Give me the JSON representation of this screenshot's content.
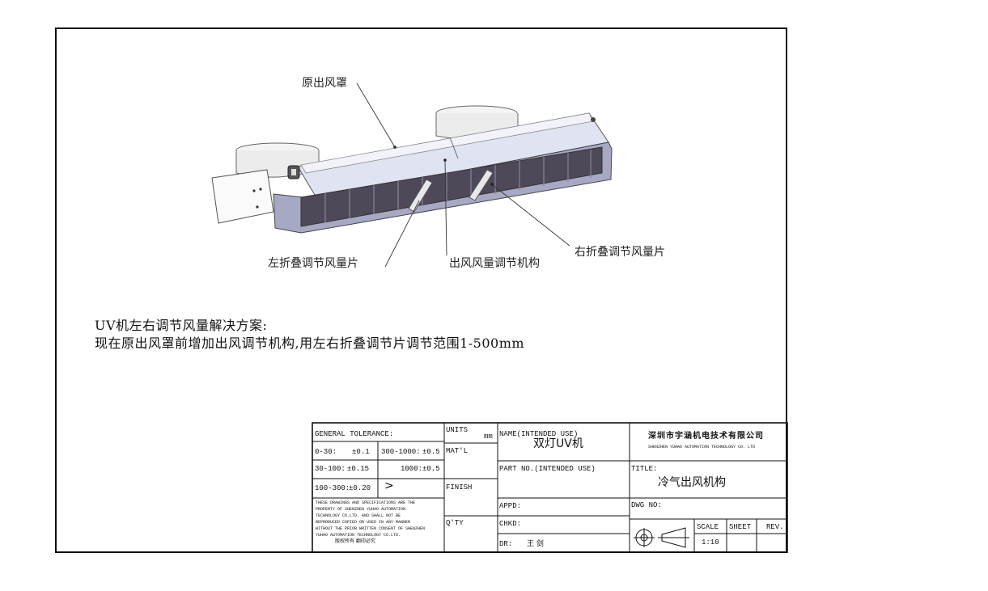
{
  "callouts": {
    "hood": "原出风罩",
    "left_blade": "左折叠调节风量片",
    "mechanism": "出风风量调节机构",
    "right_blade": "右折叠调节风量片"
  },
  "note": {
    "line1": "UV机左右调节风量解决方案:",
    "line2": "现在原出风罩前增加出风调节机构,用左右折叠调节片调节范围1-500mm"
  },
  "title_block": {
    "general_tolerance": "GENERAL TOLERANCE:",
    "tolerances": [
      {
        "range": "0-30:",
        "value": "±0.1"
      },
      {
        "range": "300-1000:",
        "value": "±0.5"
      },
      {
        "range": "30-100:",
        "value": "±0.15"
      },
      {
        "range": "1000:",
        "value": "±0.5"
      },
      {
        "range": "100-300:",
        "value": "±0.20"
      }
    ],
    "angle_symbol": ">",
    "legal_lines": [
      "THESE DRAWINGS AND SPECIFICATIONS ARE THE",
      "PROPERTY OF SHENZHEN YUHAO AUTOMATION",
      "TECHNOLOGY CO.LTD. AND SHALL NOT BE",
      "REPRODUCED COPIED OR USED IN ANY MANNER",
      "WITHOUT THE PRIOR WRITTEN CONSENT OF SHENZHEN",
      "YUHAO AUTOMATION TECHNOLOGY CO.LTD.",
      "版权所有 翻印必究"
    ],
    "units_label": "UNITS",
    "units_value": "mm",
    "material_label": "MAT'L",
    "finish_label": "FINISH",
    "qty_label": "Q'TY",
    "name_label": "NAME(INTENDED USE)",
    "name_value": "双灯UV机",
    "part_no_label": "PART NO.(INTENDED USE)",
    "appd_label": "APPD:",
    "chkd_label": "CHKD:",
    "dr_label": "DR:",
    "dr_value": "王 剑",
    "company_cn": "深圳市宇涵机电技术有限公司",
    "company_en": "SHENZHEN YUHAO AUTOMATION TECHNOLOGY CO. LTD",
    "title_label": "TITLE:",
    "title_value": "冷气出风机构",
    "dwg_no_label": "DWG NO:",
    "scale_label": "SCALE",
    "scale_value": "1:10",
    "sheet_label": "SHEET",
    "rev_label": "REV."
  }
}
